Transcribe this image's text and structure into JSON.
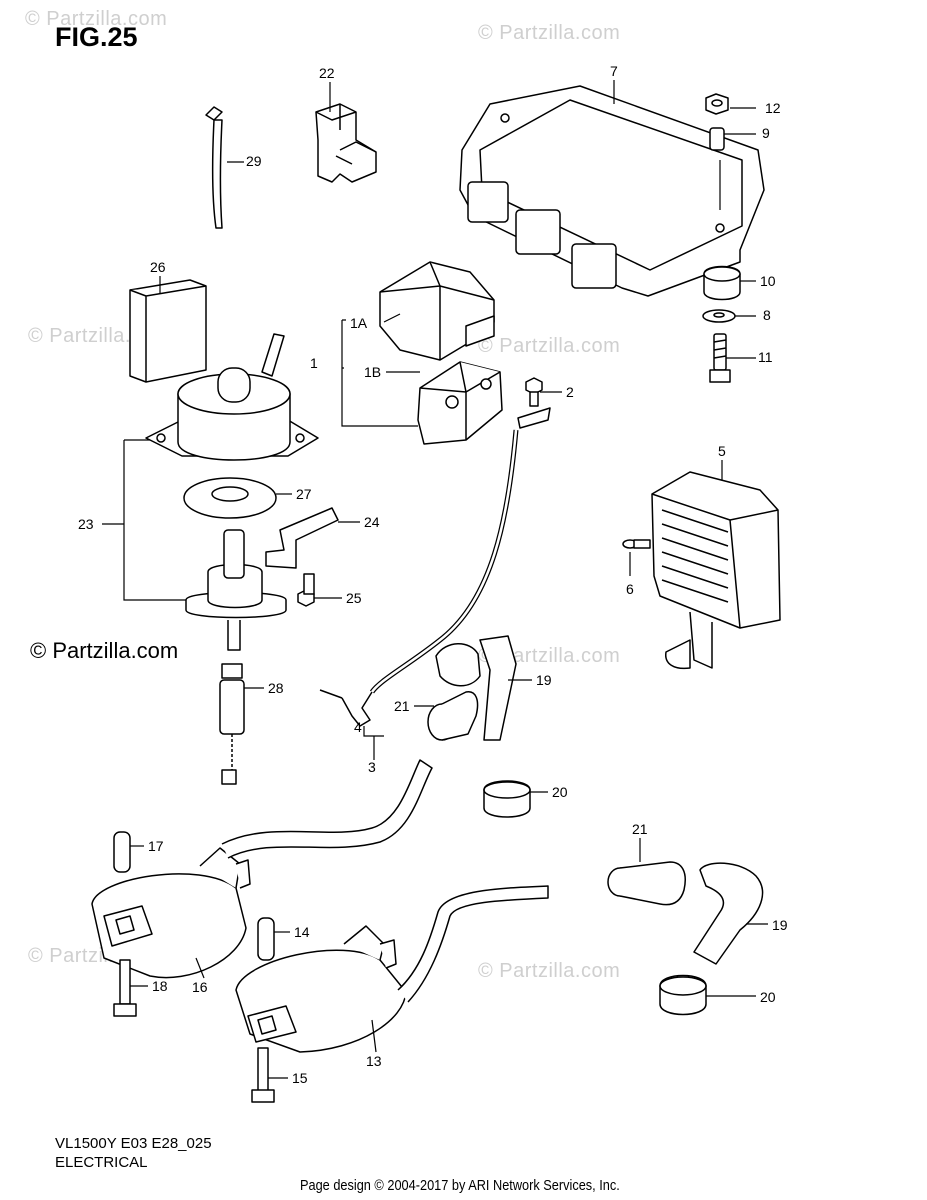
{
  "figure": {
    "title": "FIG.25"
  },
  "watermarks": {
    "light": "© Partzilla.com",
    "strong": "© Partzilla.com"
  },
  "footer": {
    "model": "VL1500Y E03 E28_025",
    "section": "ELECTRICAL",
    "copyright": "Page design © 2004-2017 by ARI Network Services, Inc."
  },
  "callouts": {
    "c1": "1",
    "c1A": "1A",
    "c1B": "1B",
    "c2": "2",
    "c3": "3",
    "c4": "4",
    "c5": "5",
    "c6": "6",
    "c7": "7",
    "c8": "8",
    "c9": "9",
    "c10": "10",
    "c11": "11",
    "c12": "12",
    "c13": "13",
    "c14": "14",
    "c15": "15",
    "c16": "16",
    "c17": "17",
    "c18": "18",
    "c19a": "19",
    "c19b": "19",
    "c20a": "20",
    "c20b": "20",
    "c21a": "21",
    "c21b": "21",
    "c22": "22",
    "c23": "23",
    "c24": "24",
    "c25": "25",
    "c26": "26",
    "c27": "27",
    "c28": "28",
    "c29": "29"
  }
}
